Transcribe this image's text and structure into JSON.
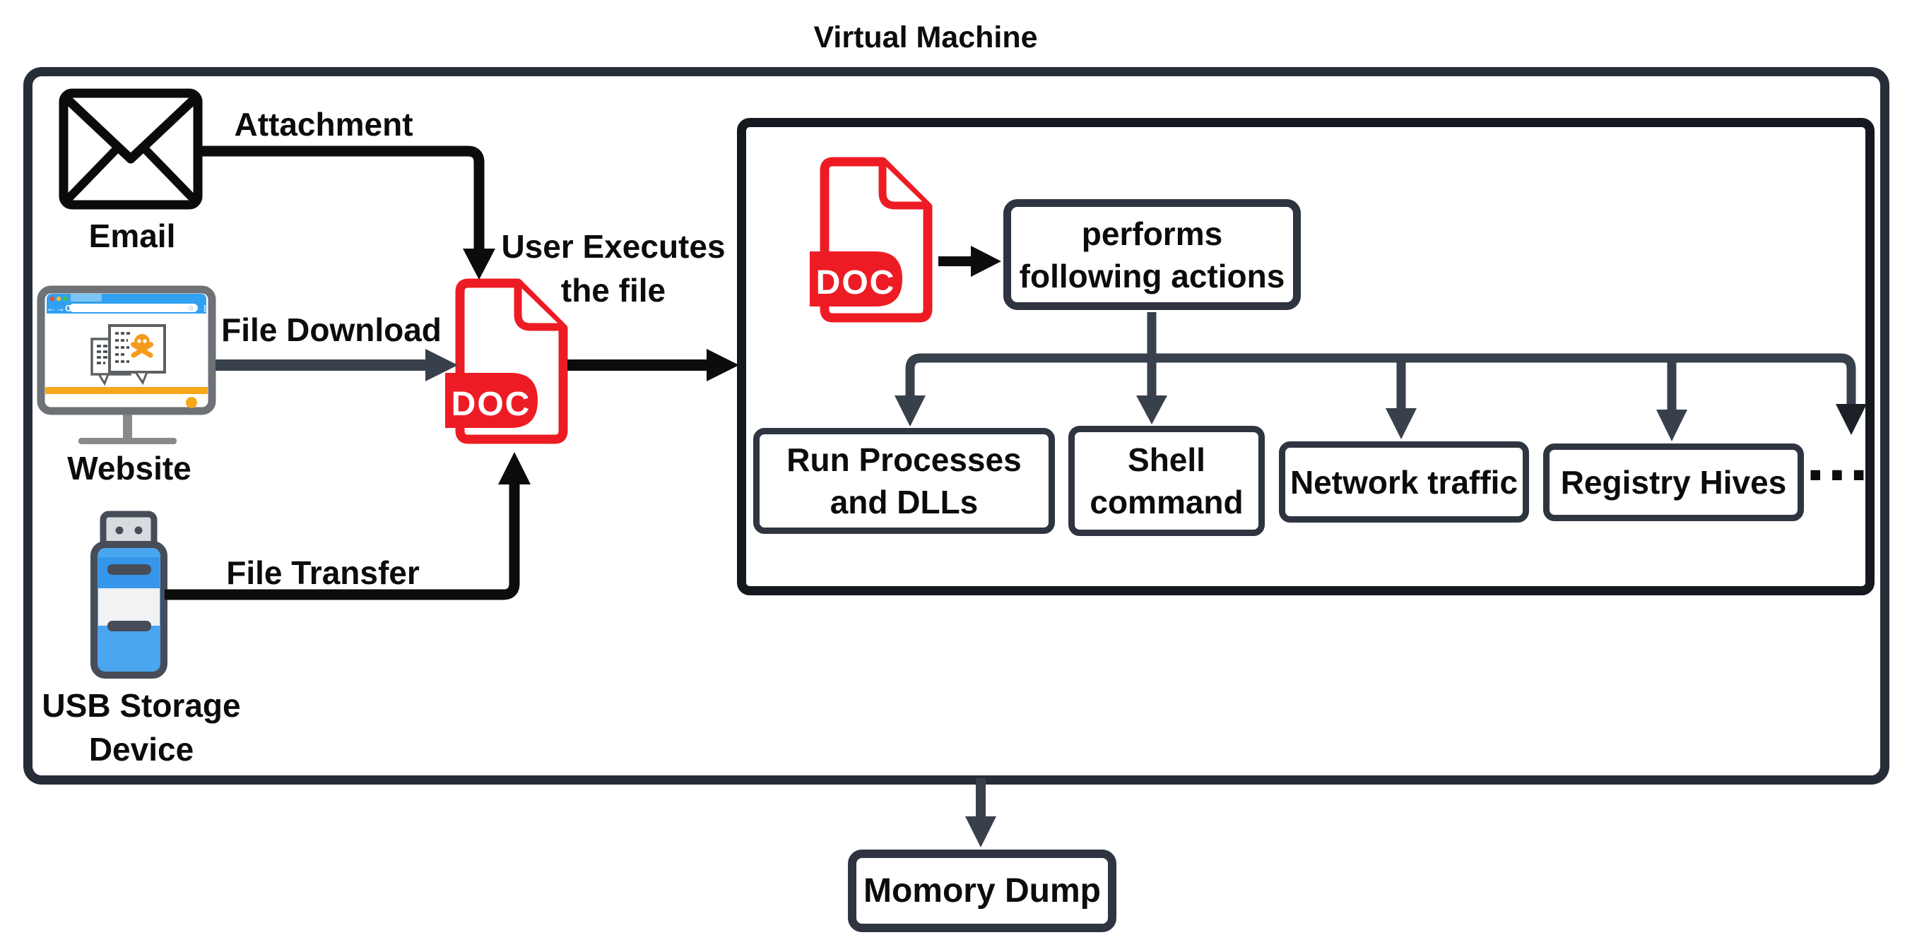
{
  "title": "Virtual Machine",
  "colors": {
    "doc_red": "#ed1c24",
    "line_slate": "#38404b",
    "arrow_black": "#0c0c0c",
    "outer_border": "#272d38",
    "inner_border": "#15181e",
    "browser_blue": "#31a0f1",
    "accent_yellow": "#f6a81b",
    "usb_blue": "#4ba6f0",
    "skull_orange": "#f49b1b"
  },
  "sources": {
    "email": {
      "label": "Email",
      "arrow_label": "Attachment"
    },
    "website": {
      "label": "Website",
      "arrow_label": "File Download"
    },
    "usb": {
      "label": "USB Storage\nDevice",
      "arrow_label": "File Transfer"
    }
  },
  "doc_file": {
    "badge": "DOC",
    "caption": "User Executes\nthe file"
  },
  "sandbox": {
    "doc_badge": "DOC",
    "performs_label": "performs\nfollowing actions",
    "actions": [
      "Run Processes\nand DLLs",
      "Shell\ncommand",
      "Network traffic",
      "Registry Hives"
    ],
    "more_indicator": "..."
  },
  "output": {
    "label": "Momory Dump"
  }
}
